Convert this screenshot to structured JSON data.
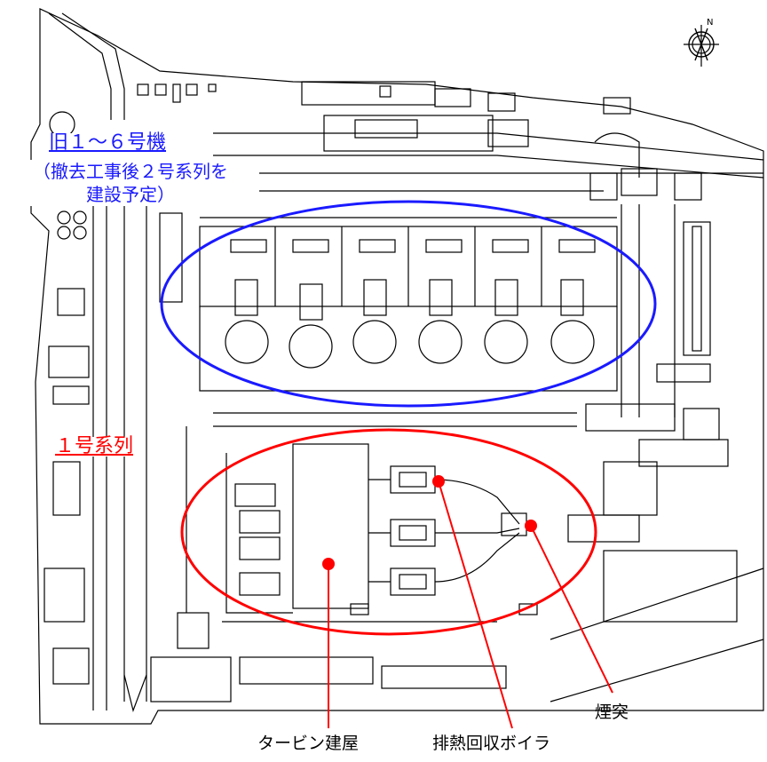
{
  "labels": {
    "old_units": "旧１～６号機",
    "old_units_note_line1": "（撤去工事後２号系列を",
    "old_units_note_line2": "建設予定）",
    "series1": "１号系列",
    "chimney": "煙突",
    "turbine_building": "タービン建屋",
    "hrsg": "排熱回収ボイラ"
  },
  "colors": {
    "old_units_accent": "#1a1aff",
    "series1_accent": "#ff0000",
    "linework": "#000000",
    "background": "#ffffff"
  },
  "icons": {
    "north_arrow": "north-arrow-icon"
  }
}
